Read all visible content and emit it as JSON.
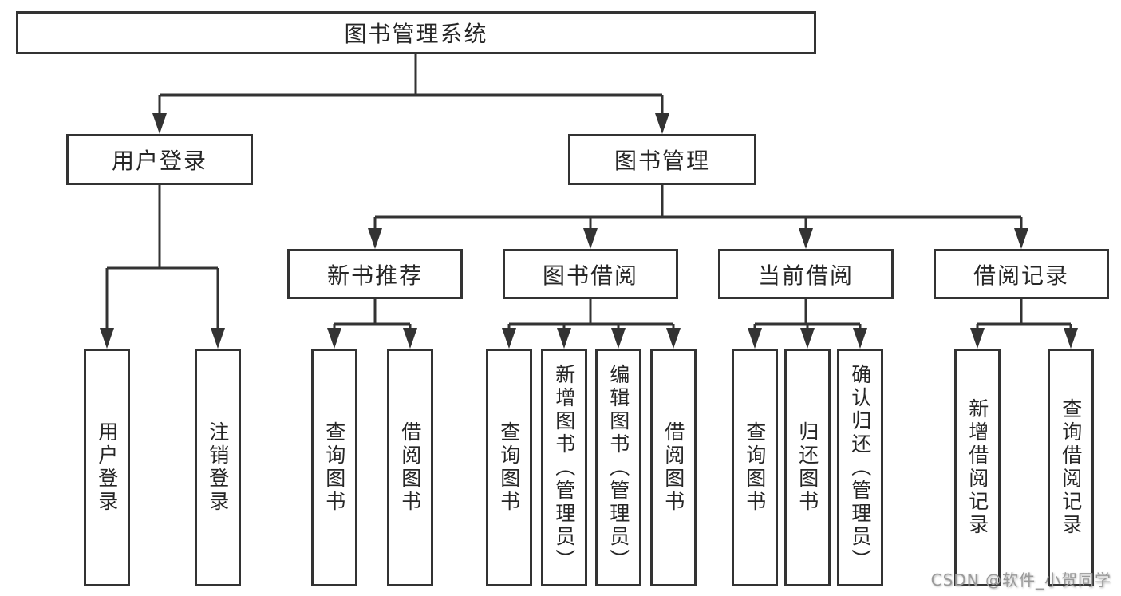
{
  "tree": {
    "label": "图书管理系统",
    "children": [
      {
        "label": "用户登录",
        "children": [
          {
            "label": "用户登录"
          },
          {
            "label": "注销登录"
          }
        ]
      },
      {
        "label": "图书管理",
        "children": [
          {
            "label": "新书推荐",
            "children": [
              {
                "label": "查询图书"
              },
              {
                "label": "借阅图书"
              }
            ]
          },
          {
            "label": "图书借阅",
            "children": [
              {
                "label": "查询图书"
              },
              {
                "label": "新增图书（管理员）"
              },
              {
                "label": "编辑图书（管理员）"
              },
              {
                "label": "借阅图书"
              }
            ]
          },
          {
            "label": "当前借阅",
            "children": [
              {
                "label": "查询图书"
              },
              {
                "label": "归还图书"
              },
              {
                "label": "确认归还（管理员）"
              }
            ]
          },
          {
            "label": "借阅记录",
            "children": [
              {
                "label": "新增借阅记录"
              },
              {
                "label": "查询借阅记录"
              }
            ]
          }
        ]
      }
    ]
  },
  "watermark": {
    "text": "CSDN @软件_小贺同学"
  },
  "colors": {
    "line": "#333333",
    "box_border": "#333333",
    "text": "#262626",
    "watermark": "#9a9a9a",
    "background": "#ffffff"
  }
}
